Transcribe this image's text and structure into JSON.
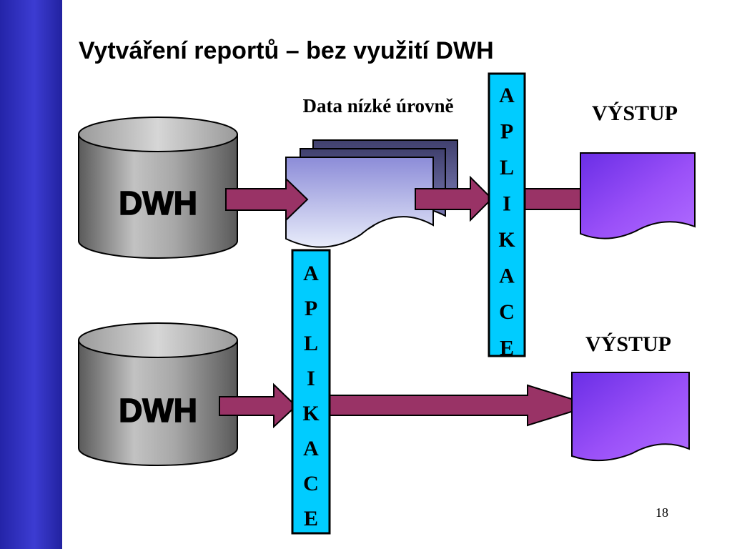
{
  "slide": {
    "title": "Vytváření reportů – bez využití DWH",
    "page_number": "18"
  },
  "diagram": {
    "top_flow": {
      "source_label": "DWH",
      "intermediate_label": "Data nízké úrovně",
      "app_letters": [
        "A",
        "P",
        "L",
        "I",
        "K",
        "A",
        "C",
        "E"
      ],
      "output_label": "VÝSTUP"
    },
    "bottom_flow": {
      "source_label": "DWH",
      "app_letters": [
        "A",
        "P",
        "L",
        "I",
        "K",
        "A",
        "C",
        "E"
      ],
      "output_label": "VÝSTUP"
    }
  },
  "colors": {
    "sidebar": "#2f2fc0",
    "arrow_fill": "#993366",
    "app_box": "#00ccff",
    "output_doc": "#8a3cf0",
    "cylinder": "#9a9a9a"
  }
}
